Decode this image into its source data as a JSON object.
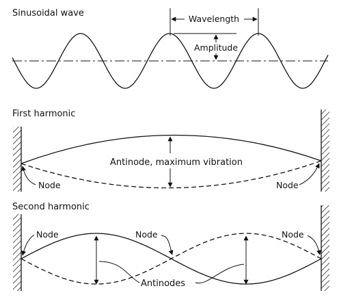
{
  "sections": {
    "sinusoidal": {
      "title": "Sinusoidal wave",
      "wavelength_label": "Wavelength",
      "amplitude_label": "Amplitude"
    },
    "first_harmonic": {
      "title": "First harmonic",
      "antinode_label": "Antinode, maximum vibration",
      "node_left_label": "Node",
      "node_right_label": "Node"
    },
    "second_harmonic": {
      "title": "Second harmonic",
      "node_left_label": "Node",
      "node_middle_label": "Node",
      "node_right_label": "Node",
      "antinodes_label": "Antinodes"
    }
  },
  "colors": {
    "ink": "#111111",
    "background": "#ffffff"
  }
}
